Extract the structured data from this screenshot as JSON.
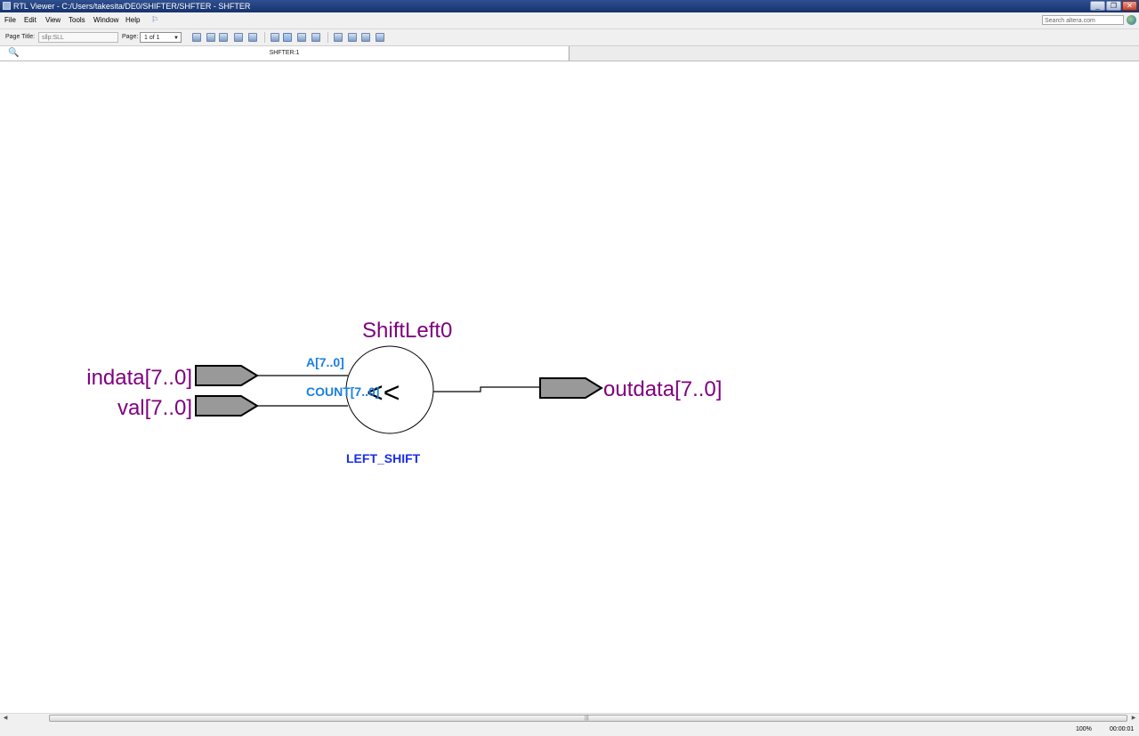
{
  "window": {
    "title": "RTL Viewer - C:/Users/takesita/DE0/SHIFTER/SHFTER - SHFTER"
  },
  "menu": {
    "items": [
      "File",
      "Edit",
      "View",
      "Tools",
      "Window",
      "Help"
    ]
  },
  "search": {
    "placeholder": "Search altera.com"
  },
  "toolbar": {
    "page_title_label": "Page Title:",
    "page_title_value": "sllp:SLL",
    "page_label": "Page:",
    "page_value": "1 of 1"
  },
  "tab": {
    "label": "SHFTER:1"
  },
  "diagram": {
    "inputs": [
      {
        "name": "indata[7..0]"
      },
      {
        "name": "val[7..0]"
      }
    ],
    "output": {
      "name": "outdata[7..0]"
    },
    "operator": {
      "instance": "ShiftLeft0",
      "symbol": "<<",
      "type": "LEFT_SHIFT",
      "port_a": "A[7..0]",
      "port_count": "COUNT[7..0]"
    },
    "colors": {
      "label": "#800080",
      "port": "#1b7fe0",
      "type": "#1a2ee8",
      "pin_fill": "#999999"
    }
  },
  "status": {
    "zoom": "100%",
    "time": "00:00:01"
  }
}
